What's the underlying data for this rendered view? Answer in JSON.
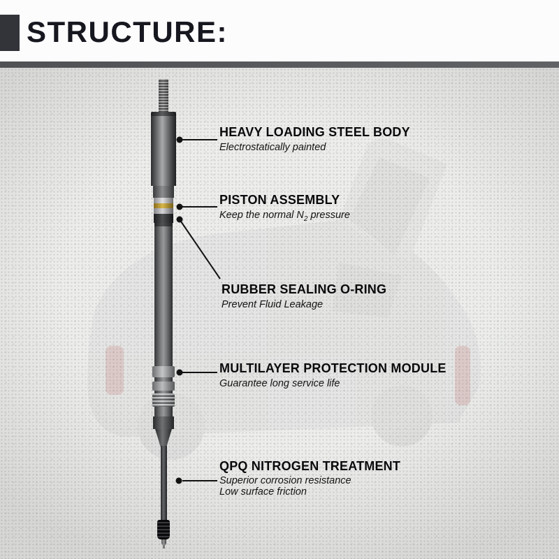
{
  "header": {
    "title": "STRUCTURE:"
  },
  "callouts": [
    {
      "title": "HEAVY LOADING STEEL BODY",
      "subtitle": "Electrostatically painted"
    },
    {
      "title": "PISTON ASSEMBLY",
      "subtitle_pre": "Keep the normal N",
      "subtitle_sub": "2",
      "subtitle_post": " pressure"
    },
    {
      "title": "RUBBER SEALING O-RING",
      "subtitle": "Prevent Fluid Leakage"
    },
    {
      "title": "MULTILAYER PROTECTION MODULE",
      "subtitle": "Guarantee long service life"
    },
    {
      "title": "QPQ NITROGEN TREATMENT",
      "subtitle_line1": "Superior corrosion resistance",
      "subtitle_line2": "Low surface friction"
    }
  ],
  "colors": {
    "title_text": "#16171f",
    "header_accent": "#32343a",
    "divider": "#54565a",
    "scene_background": "#edeeec",
    "oring_yellow": "#d7b64a",
    "leader": "#121212"
  }
}
